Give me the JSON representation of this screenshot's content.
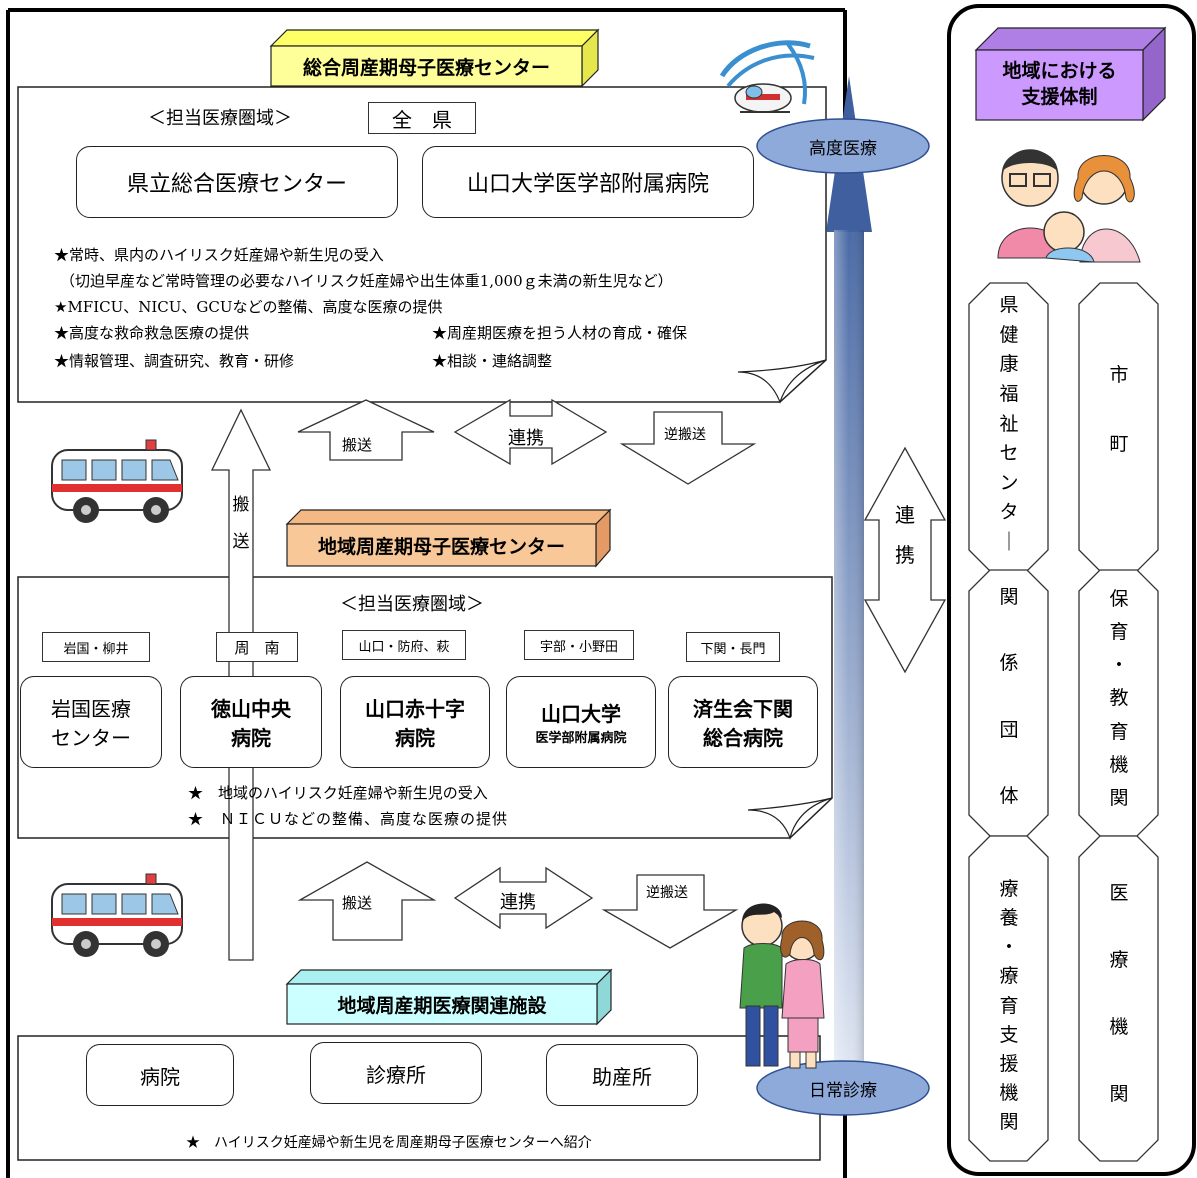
{
  "top": {
    "title": "総合周産期母子医療センター",
    "area_label": "＜担当医療圏域＞",
    "area_value": "全　県",
    "hospitals": [
      "県立総合医療センター",
      "山口大学医学部附属病院"
    ],
    "notes": [
      "★常時、県内のハイリスク妊産婦や新生児の受入",
      "（切迫早産など常時管理の必要なハイリスク妊産婦や出生体重1,000ｇ未満の新生児など）",
      "★MFICU、NICU、GCUなどの整備、高度な医療の提供",
      "★高度な救命救急医療の提供",
      "★周産期医療を担う人材の育成・確保",
      "★情報管理、調査研究、教育・研修",
      "★相談・連絡調整"
    ]
  },
  "mid": {
    "title": "地域周産期母子医療センター",
    "area_label": "＜担当医療圏域＞",
    "areas": [
      "岩国・柳井",
      "周　南",
      "山口・防府、萩",
      "宇部・小野田",
      "下関・長門"
    ],
    "hospitals": [
      {
        "line1": "岩国医療",
        "line2": "センター"
      },
      {
        "line1": "徳山中央",
        "line2": "病院"
      },
      {
        "line1": "山口赤十字",
        "line2": "病院"
      },
      {
        "line1": "山口大学",
        "line2": "医学部附属病院"
      },
      {
        "line1": "済生会下関",
        "line2": "総合病院"
      }
    ],
    "notes": [
      "★　地域のハイリスク妊産婦や新生児の受入",
      "★　ＮＩＣＵなどの整備、高度な医療の提供"
    ]
  },
  "bottom": {
    "title": "地域周産期医療関連施設",
    "facilities": [
      "病院",
      "診療所",
      "助産所"
    ],
    "note": "★　ハイリスク妊産婦や新生児を周産期母子医療センターへ紹介"
  },
  "arrows": {
    "up": "搬送",
    "both": "連携",
    "down": "逆搬送",
    "side_up_chars": [
      "搬",
      "送"
    ],
    "renkei_chars": [
      "連",
      "携"
    ]
  },
  "ovals": {
    "high": "高度医療",
    "daily": "日常診療"
  },
  "right": {
    "title_line1": "地域における",
    "title_line2": "支援体制",
    "col1_a": [
      "県",
      "健",
      "康",
      "福",
      "祉",
      "セ",
      "ン",
      "タ",
      "｜"
    ],
    "col1_b": [
      "関",
      "係",
      "団",
      "体"
    ],
    "col1_c": [
      "療",
      "養",
      "・",
      "療",
      "育",
      "支",
      "援",
      "機",
      "関"
    ],
    "col2_a": [
      "市",
      "町"
    ],
    "col2_b": [
      "保",
      "育",
      "・",
      "教",
      "育",
      "機",
      "関"
    ],
    "col2_c": [
      "医",
      "療",
      "機",
      "関"
    ]
  },
  "colors": {
    "title_top": "#ffff99",
    "title_mid": "#f8c898",
    "title_bottom": "#ccffff",
    "title_right": "#cc99ff",
    "big_arrow": "#8fa4c8",
    "oval": "#8eaadb"
  },
  "icons": [
    "helicopter-icon",
    "ambulance-icon",
    "family-icon",
    "couple-icon"
  ]
}
